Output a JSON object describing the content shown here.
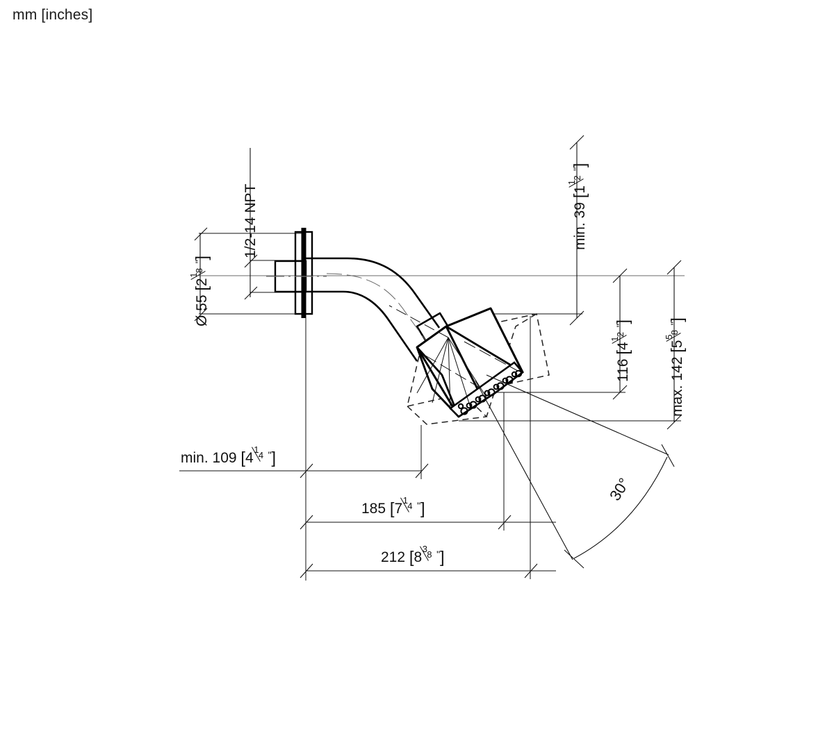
{
  "header": {
    "units_note": "mm [inches]"
  },
  "drawing": {
    "title": "Wall-mounted shower arm and showerhead dimensional drawing",
    "line_color": "#111111",
    "thick_line_color": "#000000",
    "background": "#ffffff"
  },
  "dimensions": {
    "flange_diameter": {
      "name": "flange-diameter",
      "mm": "Ø 55",
      "inch_whole": "2",
      "inch_num": "1",
      "inch_den": "8",
      "full": "Ø 55 [2 1/8\"]",
      "orientation": "vertical"
    },
    "thread": {
      "name": "inlet-thread",
      "full": "1/2-14 NPT",
      "orientation": "vertical"
    },
    "min_projection": {
      "name": "min-wall-to-head-projection",
      "prefix": "min. ",
      "mm": "109",
      "inch_whole": "4",
      "inch_num": "1",
      "inch_den": "4",
      "full": "min. 109 [4 1/4\"]",
      "orientation": "horizontal"
    },
    "mid_projection": {
      "name": "mid-projection",
      "mm": "185",
      "inch_whole": "7",
      "inch_num": "1",
      "inch_den": "4",
      "full": "185 [7 1/4\"]",
      "orientation": "horizontal"
    },
    "max_projection": {
      "name": "max-projection",
      "mm": "212",
      "inch_whole": "8",
      "inch_num": "3",
      "inch_den": "8",
      "full": "212 [8 3/8\"]",
      "orientation": "horizontal"
    },
    "min_drop": {
      "name": "min-drop",
      "prefix": "min. ",
      "mm": "39",
      "inch_whole": "1",
      "inch_num": "1",
      "inch_den": "2",
      "full": "min. 39 [1 1/2\"]",
      "orientation": "vertical"
    },
    "mid_drop": {
      "name": "mid-drop",
      "mm": "116",
      "inch_whole": "4",
      "inch_num": "1",
      "inch_den": "2",
      "full": "116 [4 1/2\"]",
      "orientation": "vertical"
    },
    "max_drop": {
      "name": "max-drop",
      "prefix": "max. ",
      "mm": "142",
      "inch_whole": "5",
      "inch_num": "5",
      "inch_den": "8",
      "full": "max. 142 [5 5/8\"]",
      "orientation": "vertical"
    },
    "swivel_angle": {
      "name": "swivel-angle",
      "value": "30",
      "unit": "°",
      "full": "30°"
    }
  }
}
